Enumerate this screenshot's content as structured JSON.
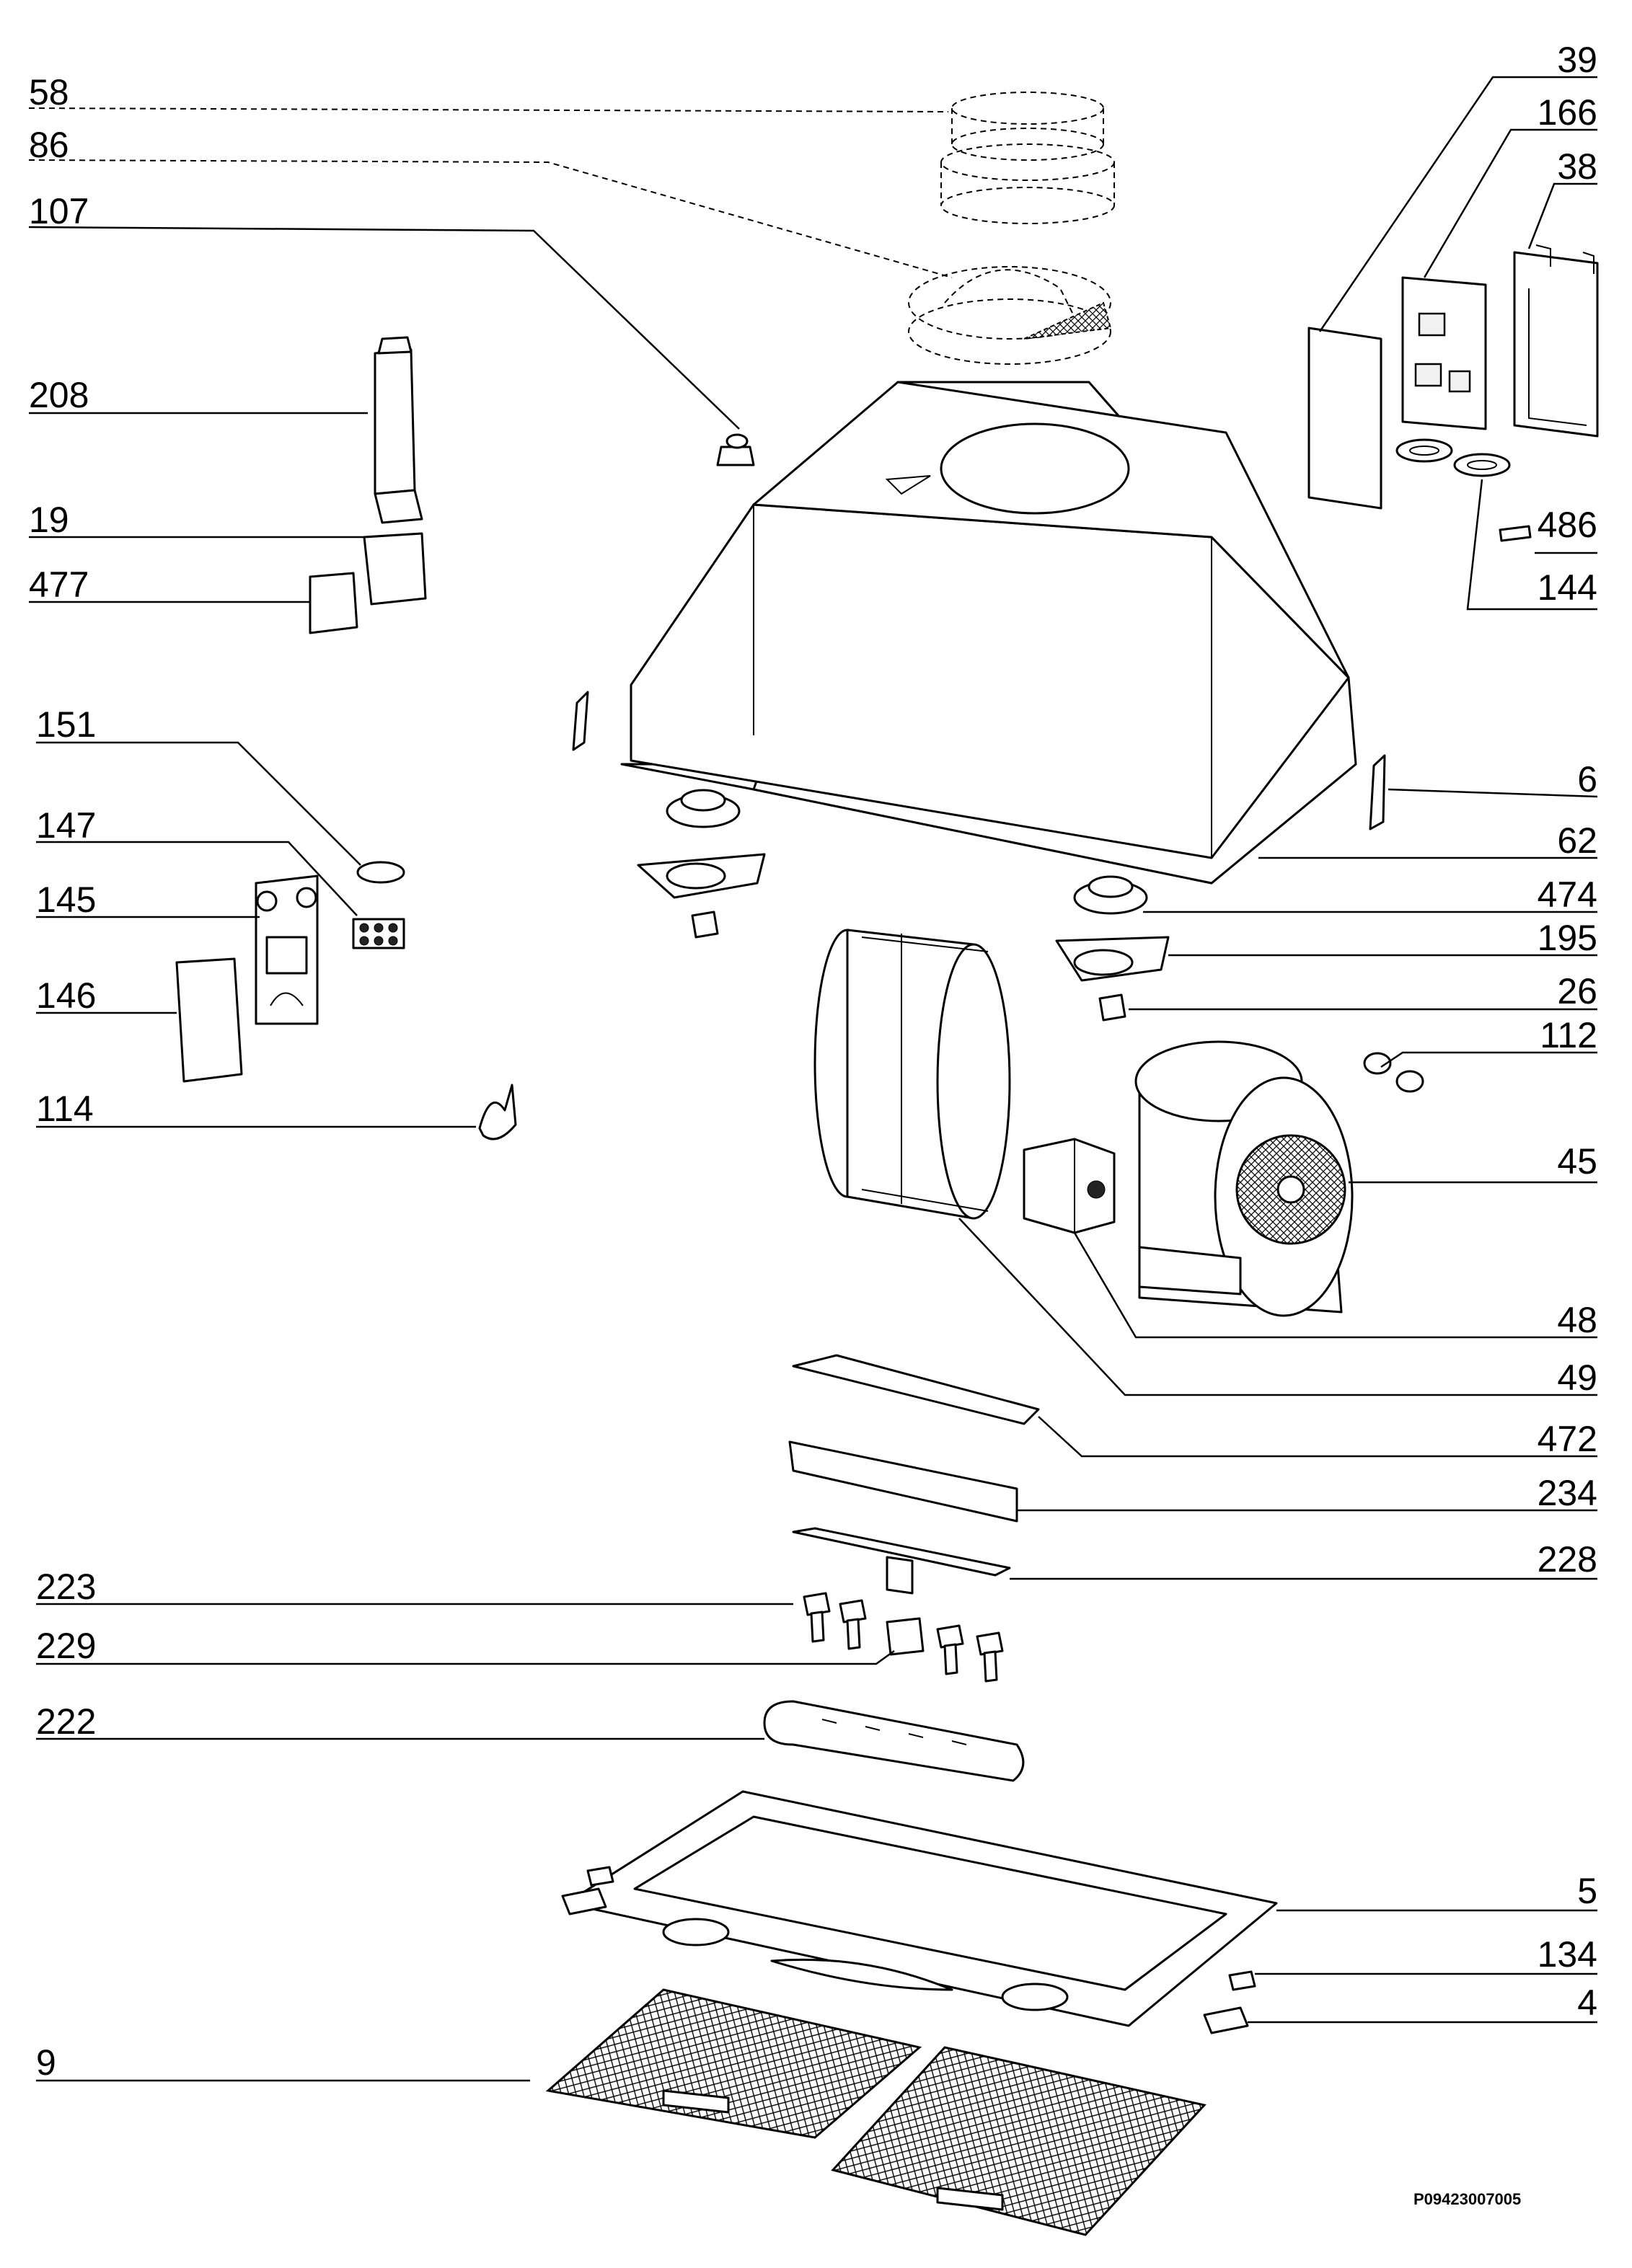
{
  "diagram_code": "P09423007005",
  "labels": {
    "l58": "58",
    "l86": "86",
    "l107": "107",
    "l208": "208",
    "l19": "19",
    "l477": "477",
    "l151": "151",
    "l147": "147",
    "l145": "145",
    "l146": "146",
    "l114": "114",
    "l223": "223",
    "l229": "229",
    "l222": "222",
    "l9": "9",
    "l39": "39",
    "l166": "166",
    "l38": "38",
    "l486": "486",
    "l144": "144",
    "l6": "6",
    "l62": "62",
    "l474": "474",
    "l195": "195",
    "l26": "26",
    "l112": "112",
    "l45": "45",
    "l48": "48",
    "l49": "49",
    "l472": "472",
    "l234": "234",
    "l228": "228",
    "l5": "5",
    "l134": "134",
    "l4": "4"
  }
}
